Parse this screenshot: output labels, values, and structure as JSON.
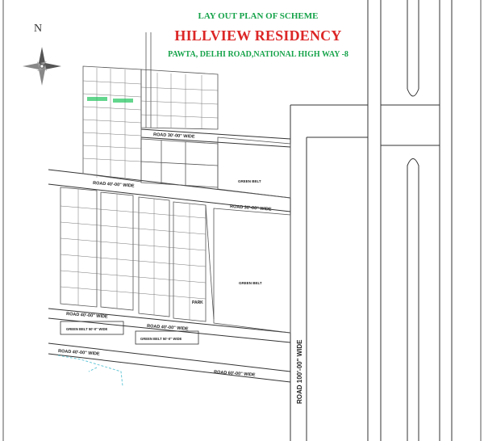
{
  "title": {
    "line1": "LAY OUT PLAN OF SCHEME",
    "line2": "HILLVIEW RESIDENCY",
    "line3": "PAWTA, DELHI ROAD,NATIONAL HIGH WAY -8"
  },
  "compass": {
    "north_label": "N"
  },
  "roads": {
    "road_30_upper": "ROAD 30'-00\" WIDE",
    "road_40_right": "ROAD 40'-00\" WIDE",
    "road_30_right": "ROAD 30'-00\" WIDE",
    "road_40_lower": "ROAD 40'-00\" WIDE",
    "road_40_mid": "ROAD 40'-00\" WIDE",
    "road_40_bottom_left": "ROAD 40'-00\" WIDE",
    "road_60_bottom": "ROAD 60'-00\" WIDE",
    "road_100": "ROAD 100'-00\" WIDE"
  },
  "labels": {
    "green_belt_upper": "GREEN BELT",
    "green_belt_right": "GREEN BELT",
    "green_belt_strip_left": "GREEN BELT 50'-0\" WIDE",
    "green_belt_strip_mid": "GREEN BELT 50'-0\" WIDE",
    "park": "PARK"
  },
  "colors": {
    "title_green": "#16a34a",
    "title_red": "#dc2626",
    "line": "#333333",
    "boundary_cyan": "#67c8d8",
    "park_green": "#22c55e"
  }
}
